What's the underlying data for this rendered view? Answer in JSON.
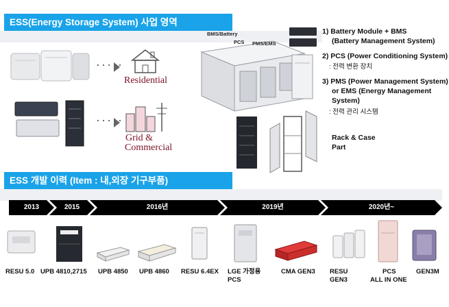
{
  "section1": {
    "title": "ESS(Energy Storage System) 사업 영역",
    "residential_label": "Residential",
    "grid_label_line1": "Grid &",
    "grid_label_line2": "Commercial",
    "container_labels": {
      "bms": "BMS/Battery",
      "pcs": "PCS",
      "pms": "PMS/EMS"
    },
    "annotations": {
      "a1_line1": "1) Battery Module + BMS",
      "a1_line2": "(Battery Management System)",
      "a2_line1": "2) PCS (Power Conditioning System)",
      "a2_sub": ": 전력 변환 장치",
      "a3_line1": "3) PMS (Power Management System)",
      "a3_line2": "or EMS (Energy Management",
      "a3_line3": "System)",
      "a3_sub": ": 전력 관리 시스템",
      "rack_line1": "Rack & Case",
      "rack_line2": "Part"
    },
    "colors": {
      "banner": "#1aa3e8",
      "segment_label": "#7a0f22"
    }
  },
  "section2": {
    "title": "ESS 개발 이력 (Item : 내,외장 기구부품)",
    "timeline": [
      "2013",
      "2015",
      "2016년",
      "2019년",
      "2020년~"
    ],
    "products": [
      {
        "label_line1": "RESU 5.0",
        "label_line2": ""
      },
      {
        "label_line1": "UPB 4810,2715",
        "label_line2": ""
      },
      {
        "label_line1": "UPB 4850",
        "label_line2": ""
      },
      {
        "label_line1": "UPB 4860",
        "label_line2": ""
      },
      {
        "label_line1": "RESU 6.4EX",
        "label_line2": ""
      },
      {
        "label_line1": "LGE 가정용",
        "label_line2": "PCS"
      },
      {
        "label_line1": "CMA GEN3",
        "label_line2": ""
      },
      {
        "label_line1": "RESU",
        "label_line2": "GEN3"
      },
      {
        "label_line1": "PCS",
        "label_line2": "ALL IN ONE"
      },
      {
        "label_line1": "GEN3M",
        "label_line2": ""
      }
    ]
  }
}
